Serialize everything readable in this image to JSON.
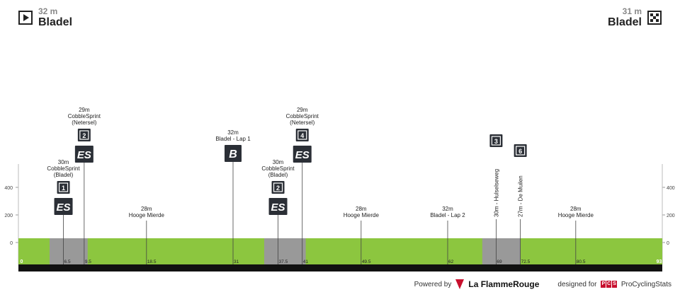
{
  "start": {
    "altitude": "32 m",
    "town": "Bladel"
  },
  "finish": {
    "altitude": "31 m",
    "town": "Bladel"
  },
  "axis": {
    "y_ticks": [
      "400",
      "200",
      "0"
    ]
  },
  "profile": {
    "distance_markers": [
      "0",
      "6.5",
      "9.5",
      "18.5",
      "31",
      "37.5",
      "41",
      "49.5",
      "62",
      "69",
      "72.5",
      "80.5",
      "93"
    ],
    "total_km": 93,
    "max_alt_m": 500
  },
  "points": [
    {
      "km": 6.5,
      "altitude": "30m",
      "name": "CobbleSprint",
      "sub": "(Bladel)",
      "number": "1",
      "marker": "ES",
      "type": "cobble"
    },
    {
      "km": 9.5,
      "altitude": "29m",
      "name": "CobbleSprint",
      "sub": "(Netersel)",
      "number": "2",
      "marker": "ES",
      "type": "cobble"
    },
    {
      "km": 18.5,
      "altitude": "28m",
      "name": "Hooge Mierde",
      "type": "plain"
    },
    {
      "km": 31,
      "altitude": "32m",
      "name": "Bladel - Lap 1",
      "marker": "B",
      "type": "bonus"
    },
    {
      "km": 37.5,
      "altitude": "30m",
      "name": "CobbleSprint",
      "sub": "(Bladel)",
      "number": "2",
      "marker": "ES",
      "type": "cobble"
    },
    {
      "km": 41,
      "altitude": "29m",
      "name": "CobbleSprint",
      "sub": "(Netersel)",
      "number": "4",
      "marker": "ES",
      "type": "cobble"
    },
    {
      "km": 49.5,
      "altitude": "28m",
      "name": "Hooge Mierde",
      "type": "plain"
    },
    {
      "km": 62,
      "altitude": "32m",
      "name": "Bladel - Lap 2",
      "type": "plain"
    },
    {
      "km": 69,
      "altitude": "30m",
      "name": "Hulselseweg",
      "number": "3",
      "type": "vertical"
    },
    {
      "km": 72.5,
      "altitude": "27m",
      "name": "De Muilen",
      "number": "6",
      "type": "vertical"
    },
    {
      "km": 80.5,
      "altitude": "28m",
      "name": "Hooge Mierde",
      "type": "plain"
    }
  ],
  "cobble_sectors": [
    [
      4.5,
      10
    ],
    [
      35.5,
      41.5
    ],
    [
      67,
      72.5
    ]
  ],
  "footer": {
    "powered": "Powered by",
    "brand": "La FlammeRouge",
    "designed": "designed for",
    "pcs_letters": [
      "P",
      "C",
      "S"
    ],
    "pcs": "ProCyclingStats"
  },
  "colors": {
    "terrain": "#8cc63f",
    "cobble": "#999999",
    "base": "#111111",
    "badge": "#2b2f36",
    "endbadge": "#8cc63f"
  }
}
